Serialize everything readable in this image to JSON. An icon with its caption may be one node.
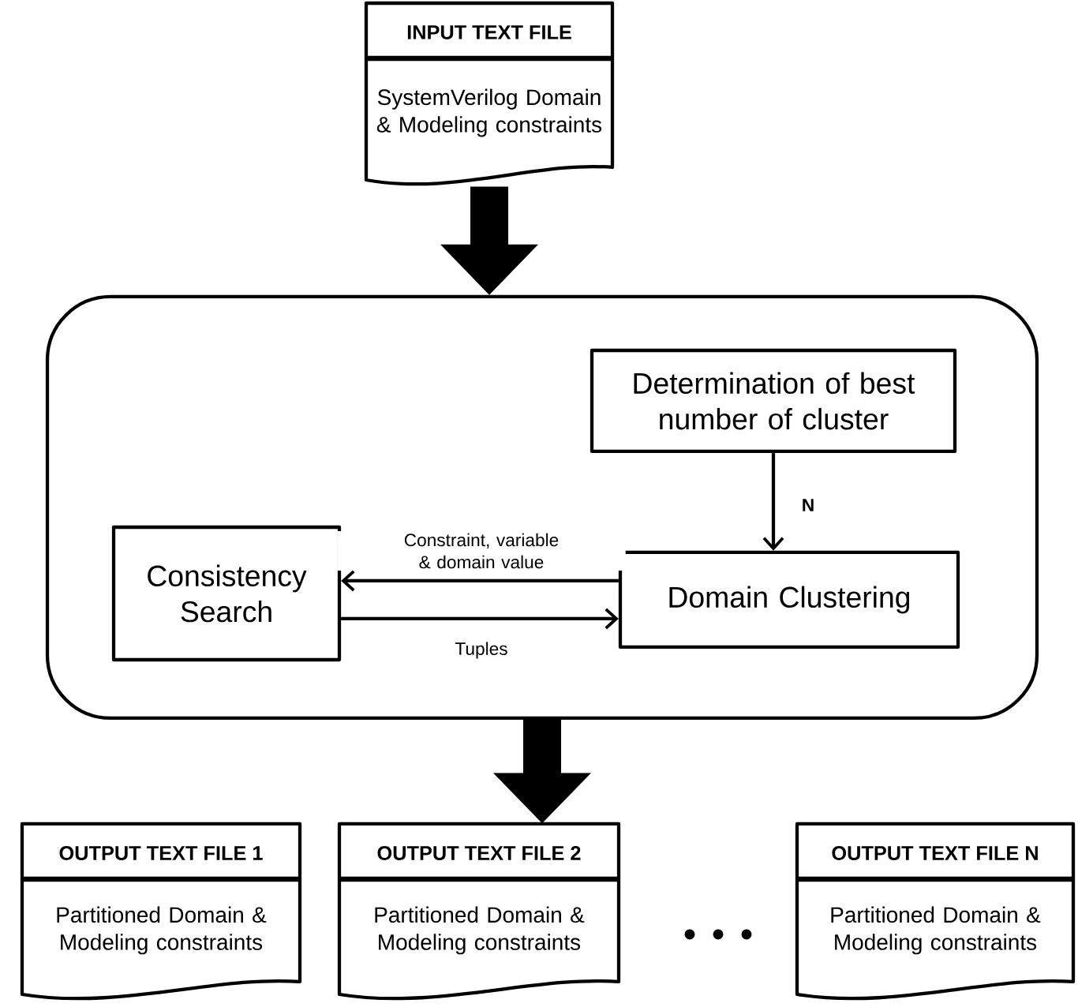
{
  "diagram": {
    "nodes": [
      {
        "text": [
          "INPUT TEXT FILE",
          "SystemVerilog Domain & Modeling constraints"
        ]
      },
      {
        "text": [],
        "shape": "box"
      },
      {
        "text": [
          "Determination of best number of cluster"
        ],
        "in": 1
      },
      {
        "text": [
          "Consistency Search"
        ],
        "in": 1
      },
      {
        "text": [
          "Domain Clustering"
        ],
        "in": 1
      },
      {
        "text": [
          "OUTPUT TEXT FILE 1",
          "Partitioned Domain & Modeling constraints"
        ]
      },
      {
        "text": [
          "OUTPUT TEXT FILE 2",
          "Partitioned Domain & Modeling constraints"
        ]
      },
      {
        "text": [
          "OUTPUT TEXT FILE N",
          "Partitioned Domain & Modeling constraints"
        ]
      }
    ],
    "edges": [
      {
        "from": 0,
        "to": 1,
        "arrow": "to",
        "style": "thick"
      },
      {
        "from": 2,
        "to": 4,
        "arrow": "to",
        "label": "N"
      },
      {
        "from": 4,
        "to": 3,
        "arrow": "to",
        "label": "Constraint, variable & domain value"
      },
      {
        "from": 3,
        "to": 4,
        "arrow": "to",
        "label": "Tuples"
      },
      {
        "from": 1,
        "to": 6,
        "arrow": "to",
        "style": "thick"
      }
    ]
  }
}
